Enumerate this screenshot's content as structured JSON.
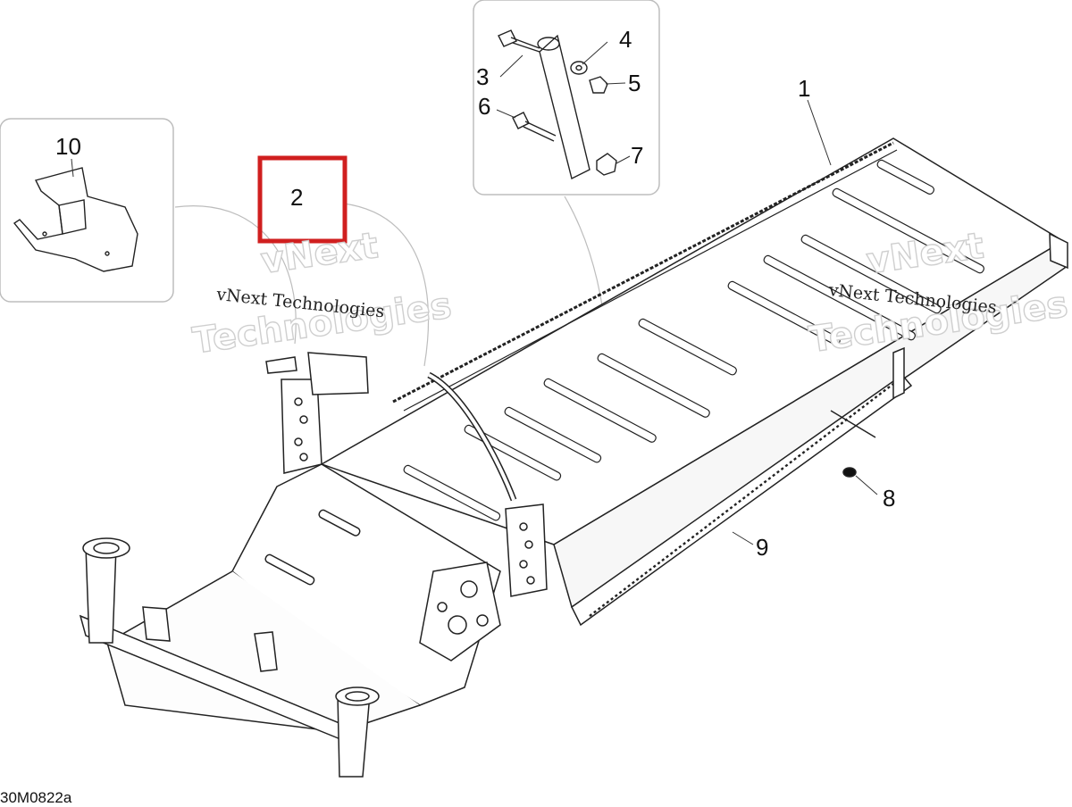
{
  "diagram": {
    "callouts": [
      "1",
      "2",
      "3",
      "4",
      "5",
      "6",
      "7",
      "8",
      "9",
      "10"
    ],
    "document_code": "30M0822a",
    "highlight_color": "#d01f1f",
    "highlighted_callout": "2"
  },
  "watermark": {
    "text_small": "vNext Technologies",
    "text_big_line1": "vNext",
    "text_big_line2": "Technologies"
  }
}
